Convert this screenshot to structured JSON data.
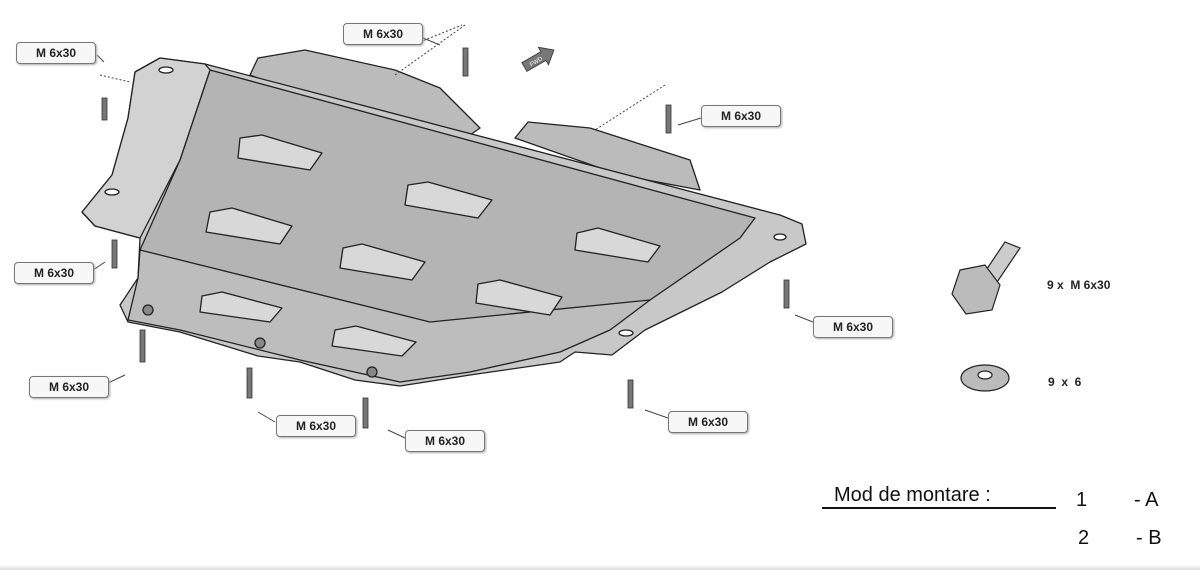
{
  "fwd_arrow": {
    "text": "FWD",
    "icon": "fwd-arrow-icon"
  },
  "bolt_labels": [
    "M 6x30",
    "M 6x30",
    "M 6x30",
    "M 6x30",
    "M 6x30",
    "M 6x30",
    "M 6x30",
    "M 6x30",
    "M 6x30"
  ],
  "hardware": {
    "bolt": "9 x  M 6x30",
    "washer": "9  x  6"
  },
  "mounting": {
    "title": "Mod de montare  :",
    "rows": [
      {
        "num": "1",
        "code": "- A"
      },
      {
        "num": "2",
        "code": "- B"
      }
    ]
  },
  "colors": {
    "plate": "#c8c8c8",
    "plate_dark": "#a9a9a9",
    "outline": "#222222"
  }
}
